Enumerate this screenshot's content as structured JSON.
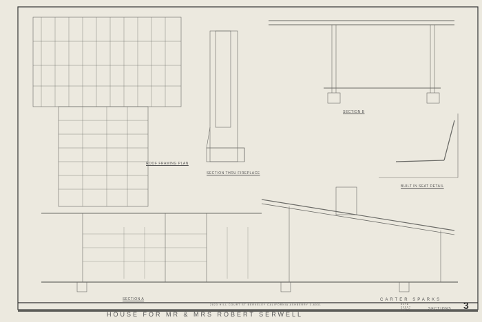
{
  "title_block": {
    "project": "HOUSE  FOR  MR & MRS  ROBERT  SERWELL",
    "address": "2823 HILL COURT ST  BERKELEY  CALIFORNIA  ASHBERRY 3-6031",
    "architect": "CARTER  SPARKS",
    "date_label": "DATE",
    "sheet_label": "SHEET",
    "title_label": "TITLE",
    "sheet_title": "SECTIONS",
    "sheet_number": "3"
  },
  "drawings": {
    "roof_framing_plan": "ROOF FRAMING PLAN",
    "fireplace_section": "SECTION THRU FIREPLACE",
    "section_a": "SECTION A",
    "section_b": "SECTION B",
    "seat_detail": "BUILT IN SEAT DETAIL"
  }
}
